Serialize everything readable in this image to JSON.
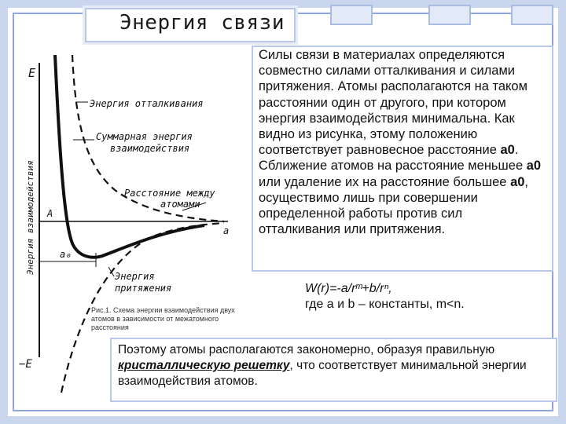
{
  "slide": {
    "title": "Энергия связи",
    "body_parts": [
      "Силы связи в материалах определяются совместно силами отталкивания и силами притяжения. Атомы располагаются на таком расстоянии один от другого, при котором энергия взаимодействия минимальна. Как видно из рисунка, этому положению соответствует равновесное расстояние ",
      "а0",
      ". Сближение атомов на расстояние меньшее ",
      "а0",
      " или удаление их на расстояние большее ",
      "а0",
      ", осуществимо лишь при совершении определенной работы против сил отталкивания или притяжения."
    ],
    "formula_line1": "W(r)=-a/rᵐ+b/rⁿ,",
    "formula_line2": "где a и b – константы, m<n.",
    "bottom_before": "Поэтому  атомы располагаются закономерно, образуя правильную ",
    "bottom_keyword": "кристаллическую решетку",
    "bottom_after": ", что соответствует минимальной энергии взаимодействия атомов."
  },
  "diagram": {
    "axis_top_label": "E",
    "axis_bottom_label": "−E",
    "axis_y_label": "Энергия взаимодействия",
    "axis_x_label": "a",
    "point_label": "A",
    "a0_label": "a₀",
    "label_repulsion": "Энергия отталкивания",
    "label_total_1": "Суммарная энергия",
    "label_total_2": "взаимодействия",
    "label_distance_1": "Расстояние между",
    "label_distance_2": "атомами",
    "label_attraction_1": "Энергия",
    "label_attraction_2": "притяжения",
    "caption": "Рис.1. Схема энергии взаимодействия двух атомов в зависимости от межатомного расстояния",
    "line_color": "#111111"
  }
}
